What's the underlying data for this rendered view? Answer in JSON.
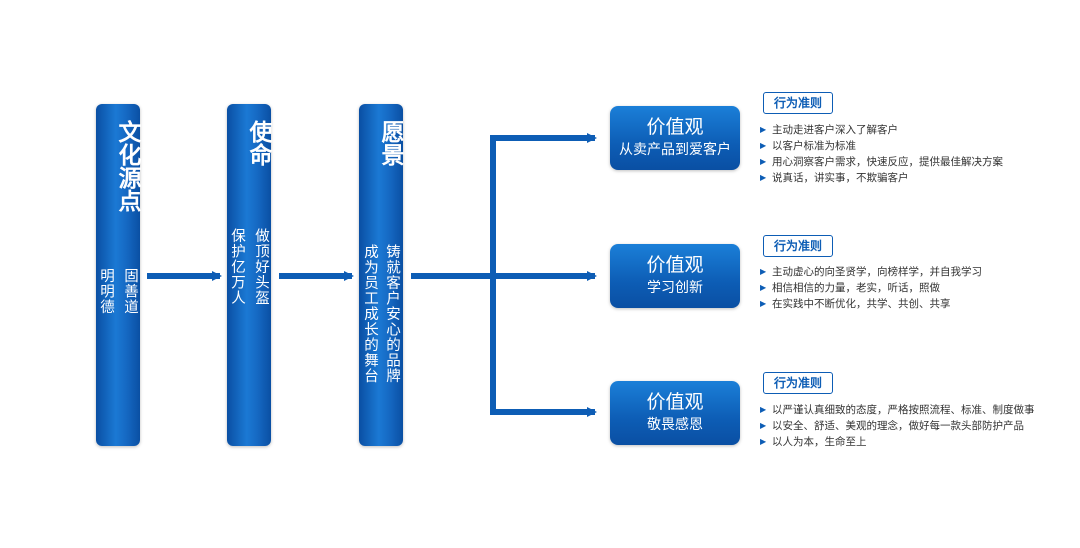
{
  "colors": {
    "primary": "#0d5db5",
    "dark": "#0a4fa3",
    "light": "#1b79d4",
    "text": "#333333"
  },
  "columns": [
    {
      "title": "文化源点",
      "lines": [
        "固善道",
        "明明德"
      ]
    },
    {
      "title": "使命",
      "lines": [
        "做顶好头盔",
        "保护亿万人"
      ]
    },
    {
      "title": "愿景",
      "lines": [
        "铸就客户安心的品牌",
        "成为员工成长的舞台"
      ]
    }
  ],
  "values": [
    {
      "title": "价值观",
      "subtitle": "从卖产品到爱客户",
      "tag": "行为准则",
      "items": [
        "主动走进客户深入了解客户",
        "以客户标准为标准",
        "用心洞察客户需求，快速反应，提供最佳解决方案",
        "说真话，讲实事，不欺骗客户"
      ]
    },
    {
      "title": "价值观",
      "subtitle": "学习创新",
      "tag": "行为准则",
      "items": [
        "主动虚心的向圣贤学，向榜样学，并自我学习",
        "相信相信的力量，老实，听话，照做",
        "在实践中不断优化，共学、共创、共享"
      ]
    },
    {
      "title": "价值观",
      "subtitle": "敬畏感恩",
      "tag": "行为准则",
      "items": [
        "以严谨认真细致的态度，严格按照流程、标准、制度做事",
        "以安全、舒适、美观的理念，做好每一款头部防护产品",
        "以人为本，生命至上"
      ]
    }
  ]
}
